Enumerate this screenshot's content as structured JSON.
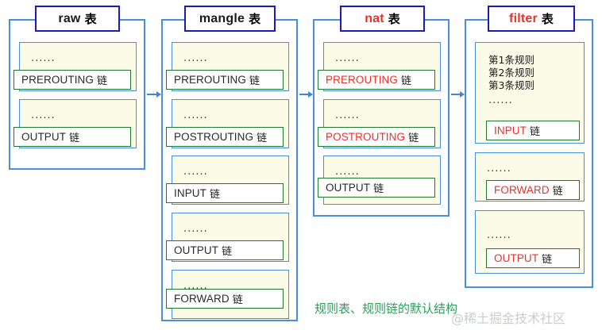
{
  "diagram": {
    "caption": "规则表、规则链的默认结构",
    "watermark": "@稀土掘金技术社区",
    "accent_blue": "#4a90d9",
    "title_border_blue": "#1a1ac4",
    "chain_border_green": "#1f7a2e",
    "highlight_red": "#e8322c",
    "card_cream": "#fbfbe8",
    "caption_green": "#2e9e5b",
    "dots_text": "......",
    "chain_suffix": "链",
    "table_suffix": "表"
  },
  "tables": [
    {
      "name": "raw",
      "name_color": "black",
      "title_suffix": "表",
      "chains": [
        {
          "label": "PREROUTING",
          "color": "black",
          "suffix": "链",
          "dots": "......",
          "rules": []
        },
        {
          "label": "OUTPUT",
          "color": "black",
          "suffix": "链",
          "dots": "......",
          "rules": []
        }
      ]
    },
    {
      "name": "mangle",
      "name_color": "black",
      "title_suffix": "表",
      "chains": [
        {
          "label": "PREROUTING",
          "color": "black",
          "suffix": "链",
          "dots": "......",
          "rules": []
        },
        {
          "label": "POSTROUTING",
          "color": "black",
          "suffix": "链",
          "dots": "......",
          "rules": []
        },
        {
          "label": "INPUT",
          "color": "black",
          "suffix": "链",
          "dots": "......",
          "rules": []
        },
        {
          "label": "OUTPUT",
          "color": "black",
          "suffix": "链",
          "dots": "......",
          "rules": []
        },
        {
          "label": "FORWARD",
          "color": "black",
          "suffix": "链",
          "dots": "......",
          "rules": []
        }
      ]
    },
    {
      "name": "nat",
      "name_color": "red",
      "title_suffix": "表",
      "chains": [
        {
          "label": "PREROUTING",
          "color": "red",
          "suffix": "链",
          "dots": "......",
          "rules": []
        },
        {
          "label": "POSTROUTING",
          "color": "red",
          "suffix": "链",
          "dots": "......",
          "rules": []
        },
        {
          "label": "OUTPUT",
          "color": "black",
          "suffix": "链",
          "dots": "......",
          "rules": []
        }
      ]
    },
    {
      "name": "filter",
      "name_color": "red",
      "title_suffix": "表",
      "chains": [
        {
          "label": "INPUT",
          "color": "red",
          "suffix": "链",
          "dots": "......",
          "rules": [
            "第1条规则",
            "第2条规则",
            "第3条规则"
          ]
        },
        {
          "label": "FORWARD",
          "color": "red",
          "suffix": "链",
          "dots": "......",
          "rules": []
        },
        {
          "label": "OUTPUT",
          "color": "red",
          "suffix": "链",
          "dots": "......",
          "rules": []
        }
      ]
    }
  ],
  "arrows": [
    {
      "from": "raw",
      "to": "mangle"
    },
    {
      "from": "mangle",
      "to": "nat"
    },
    {
      "from": "nat",
      "to": "filter"
    }
  ]
}
